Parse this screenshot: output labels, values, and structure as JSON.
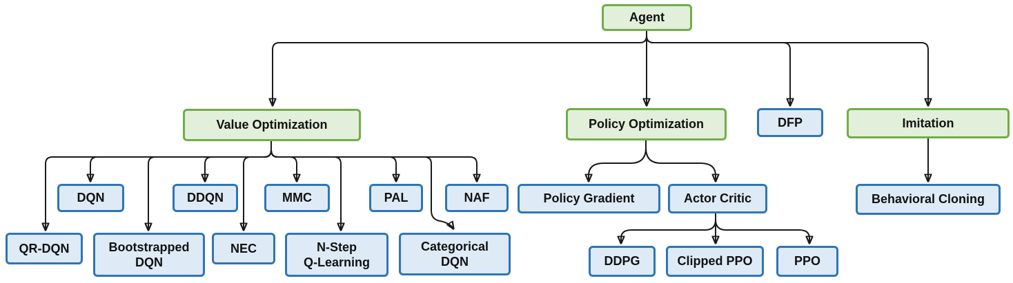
{
  "diagram": {
    "type": "tree",
    "description_colors": {
      "category_fill": "#e2efda",
      "category_border": "#70ad47",
      "algorithm_fill": "#deebf7",
      "algorithm_border": "#2e75b6",
      "connector": "#1a1a1a",
      "background": "#ffffff",
      "text": "#111111"
    }
  },
  "nodes": {
    "agent": {
      "label": "Agent",
      "style": "green"
    },
    "value_optimization": {
      "label": "Value Optimization",
      "style": "green"
    },
    "policy_optimization": {
      "label": "Policy Optimization",
      "style": "green"
    },
    "dfp": {
      "label": "DFP",
      "style": "blue"
    },
    "imitation": {
      "label": "Imitation",
      "style": "green"
    },
    "dqn": {
      "label": "DQN",
      "style": "blue"
    },
    "ddqn": {
      "label": "DDQN",
      "style": "blue"
    },
    "mmc": {
      "label": "MMC",
      "style": "blue"
    },
    "pal": {
      "label": "PAL",
      "style": "blue"
    },
    "naf": {
      "label": "NAF",
      "style": "blue"
    },
    "qr_dqn": {
      "label": "QR-DQN",
      "style": "blue"
    },
    "bootstrapped_dqn": {
      "label": "Bootstrapped\nDQN",
      "style": "blue"
    },
    "nec": {
      "label": "NEC",
      "style": "blue"
    },
    "n_step_q_learning": {
      "label": "N-Step\nQ-Learning",
      "style": "blue"
    },
    "categorical_dqn": {
      "label": "Categorical\nDQN",
      "style": "blue"
    },
    "policy_gradient": {
      "label": "Policy Gradient",
      "style": "blue"
    },
    "actor_critic": {
      "label": "Actor Critic",
      "style": "blue"
    },
    "ddpg": {
      "label": "DDPG",
      "style": "blue"
    },
    "clipped_ppo": {
      "label": "Clipped PPO",
      "style": "blue"
    },
    "ppo": {
      "label": "PPO",
      "style": "blue"
    },
    "behavioral_cloning": {
      "label": "Behavioral Cloning",
      "style": "blue"
    }
  },
  "edges": [
    [
      "agent",
      "value_optimization"
    ],
    [
      "agent",
      "policy_optimization"
    ],
    [
      "agent",
      "dfp"
    ],
    [
      "agent",
      "imitation"
    ],
    [
      "value_optimization",
      "dqn"
    ],
    [
      "value_optimization",
      "ddqn"
    ],
    [
      "value_optimization",
      "mmc"
    ],
    [
      "value_optimization",
      "pal"
    ],
    [
      "value_optimization",
      "naf"
    ],
    [
      "value_optimization",
      "qr_dqn"
    ],
    [
      "value_optimization",
      "bootstrapped_dqn"
    ],
    [
      "value_optimization",
      "nec"
    ],
    [
      "value_optimization",
      "n_step_q_learning"
    ],
    [
      "value_optimization",
      "categorical_dqn"
    ],
    [
      "policy_optimization",
      "policy_gradient"
    ],
    [
      "policy_optimization",
      "actor_critic"
    ],
    [
      "actor_critic",
      "ddpg"
    ],
    [
      "actor_critic",
      "clipped_ppo"
    ],
    [
      "actor_critic",
      "ppo"
    ],
    [
      "imitation",
      "behavioral_cloning"
    ]
  ]
}
